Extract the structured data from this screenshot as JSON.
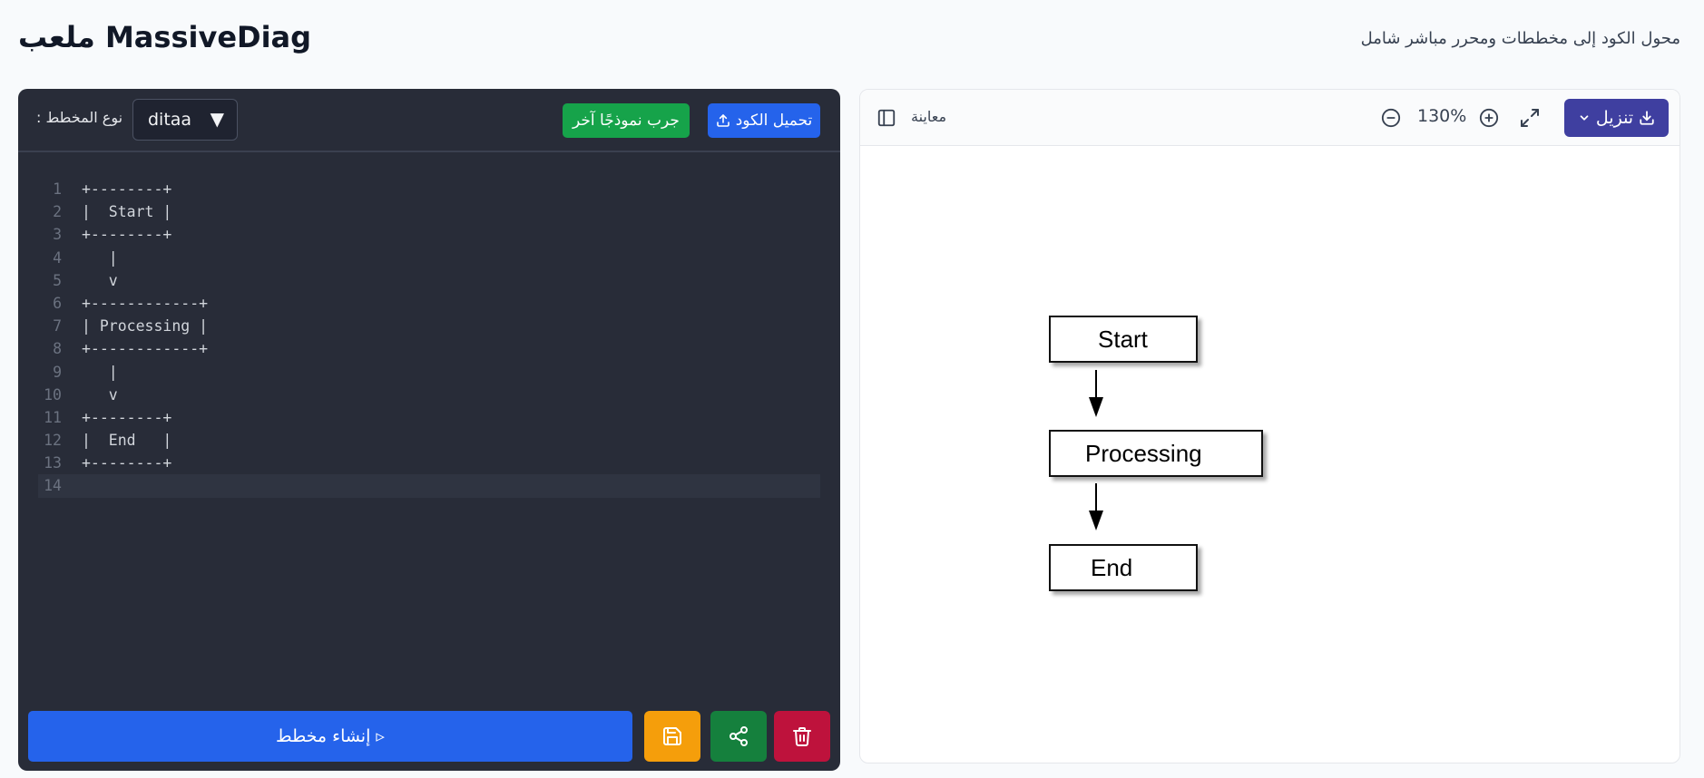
{
  "header": {
    "title": "ملعب MassiveDiag",
    "tagline": "محول الكود إلى مخططات ومحرر مباشر شامل"
  },
  "editor": {
    "diagram_type_label": ": نوع المخطط",
    "diagram_type_value": "ditaa",
    "try_sample_label": "جرب نموذجًا آخر",
    "upload_label": "تحميل الكود",
    "code_lines": [
      {
        "n": "1",
        "text": "+--------+"
      },
      {
        "n": "2",
        "text": "|  Start |"
      },
      {
        "n": "3",
        "text": "+--------+"
      },
      {
        "n": "4",
        "text": "   |"
      },
      {
        "n": "5",
        "text": "   v"
      },
      {
        "n": "6",
        "text": "+------------+"
      },
      {
        "n": "7",
        "text": "| Processing |"
      },
      {
        "n": "8",
        "text": "+------------+"
      },
      {
        "n": "9",
        "text": "   |"
      },
      {
        "n": "10",
        "text": "   v"
      },
      {
        "n": "11",
        "text": "+--------+"
      },
      {
        "n": "12",
        "text": "|  End   |"
      },
      {
        "n": "13",
        "text": "+--------+"
      },
      {
        "n": "14",
        "text": ""
      }
    ],
    "generate_label": "إنشاء مخطط ▹"
  },
  "preview": {
    "label": "معاينة",
    "zoom": "130%",
    "download_label": "تنزيل"
  },
  "diagram": {
    "nodes": [
      "Start",
      "Processing",
      "End"
    ]
  },
  "colors": {
    "editor_bg": "#282c38",
    "primary": "#2563eb",
    "sample": "#16a34a",
    "save": "#f59e0b",
    "share": "#15803d",
    "delete": "#be123c",
    "download": "#3f3fa0"
  }
}
